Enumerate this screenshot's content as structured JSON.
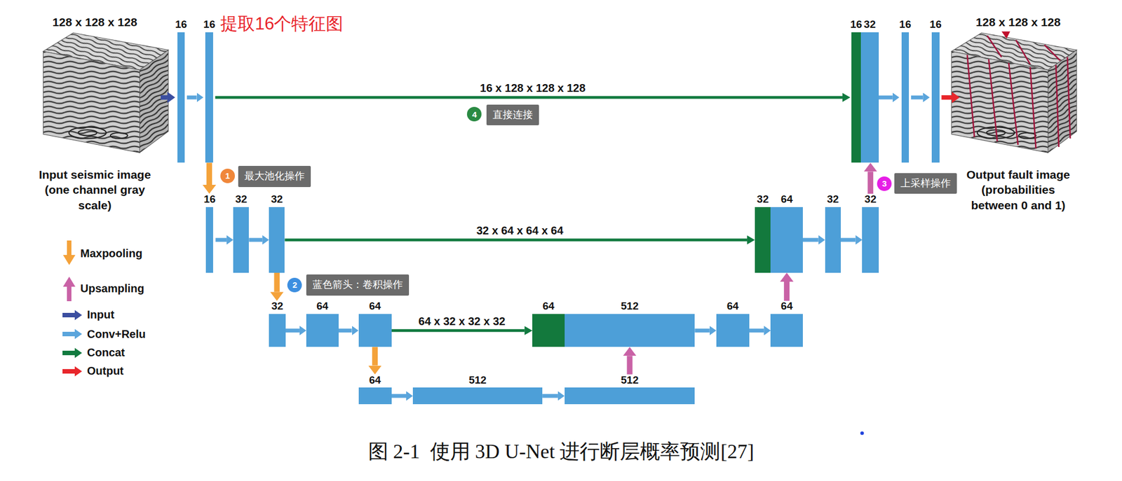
{
  "diagram": {
    "caption": "图 2-1  使用 3D U-Net 进行断层概率预测[27]",
    "nodes": [
      {
        "text": [
          "128 x 128 x 128",
          "Input seismic image (one channel gray scale)"
        ]
      },
      {
        "text": [
          "16"
        ]
      },
      {
        "text": [
          "16"
        ]
      },
      {
        "text": [
          "16"
        ]
      },
      {
        "text": [
          "32"
        ]
      },
      {
        "text": [
          "32"
        ]
      },
      {
        "text": [
          "32"
        ]
      },
      {
        "text": [
          "64"
        ]
      },
      {
        "text": [
          "64"
        ]
      },
      {
        "text": [
          "64"
        ]
      },
      {
        "text": [
          "512"
        ]
      },
      {
        "text": [
          "512"
        ]
      },
      {
        "text": [
          "64"
        ]
      },
      {
        "text": [
          "512"
        ]
      },
      {
        "text": [
          "64"
        ]
      },
      {
        "text": [
          "64"
        ]
      },
      {
        "text": [
          "32"
        ]
      },
      {
        "text": [
          "64"
        ]
      },
      {
        "text": [
          "32"
        ]
      },
      {
        "text": [
          "32"
        ]
      },
      {
        "text": [
          "16"
        ]
      },
      {
        "text": [
          "32"
        ]
      },
      {
        "text": [
          "16"
        ]
      },
      {
        "text": [
          "16"
        ]
      },
      {
        "text": [
          "128 x 128 x 128",
          "Output fault image (probabilities between 0 and 1)"
        ]
      },
      {
        "text": [
          "1"
        ]
      },
      {
        "text": [
          "最大池化操作"
        ]
      },
      {
        "text": [
          "2"
        ]
      },
      {
        "text": [
          "蓝色箭头：卷积操作"
        ]
      },
      {
        "text": [
          "3"
        ]
      },
      {
        "text": [
          "上采样操作"
        ]
      },
      {
        "text": [
          "4"
        ]
      },
      {
        "text": [
          "直接连接"
        ]
      }
    ],
    "edges": [
      {
        "from": 0,
        "to": 1,
        "arrow": "to"
      },
      {
        "from": 1,
        "to": 2,
        "arrow": "to"
      },
      {
        "from": 2,
        "to": 20,
        "label": "16 x 128 x 128 x 128",
        "arrow": "to"
      },
      {
        "from": 2,
        "to": 3,
        "arrow": "to"
      },
      {
        "from": 3,
        "to": 4,
        "arrow": "to"
      },
      {
        "from": 4,
        "to": 5,
        "arrow": "to"
      },
      {
        "from": 5,
        "to": 16,
        "label": "32 x 64 x 64 x 64",
        "arrow": "to"
      },
      {
        "from": 5,
        "to": 6,
        "arrow": "to"
      },
      {
        "from": 6,
        "to": 7,
        "arrow": "to"
      },
      {
        "from": 7,
        "to": 8,
        "arrow": "to"
      },
      {
        "from": 8,
        "to": 12,
        "label": "64 x 32 x 32 x 32",
        "arrow": "to"
      },
      {
        "from": 8,
        "to": 9,
        "arrow": "to"
      },
      {
        "from": 9,
        "to": 10,
        "arrow": "to"
      },
      {
        "from": 10,
        "to": 11,
        "arrow": "to"
      },
      {
        "from": 11,
        "to": 13,
        "arrow": "to"
      },
      {
        "from": 13,
        "to": 14,
        "arrow": "to"
      },
      {
        "from": 14,
        "to": 15,
        "arrow": "to"
      },
      {
        "from": 15,
        "to": 17,
        "arrow": "to"
      },
      {
        "from": 17,
        "to": 18,
        "arrow": "to"
      },
      {
        "from": 18,
        "to": 19,
        "arrow": "to"
      },
      {
        "from": 19,
        "to": 21,
        "arrow": "to"
      },
      {
        "from": 21,
        "to": 22,
        "arrow": "to"
      },
      {
        "from": 22,
        "to": 23,
        "arrow": "to"
      },
      {
        "from": 23,
        "to": 24,
        "arrow": "to"
      }
    ],
    "labels": [
      "提取16个特征图"
    ],
    "legend": [
      {
        "text": "Maxpooling",
        "color": "#f4a23a"
      },
      {
        "text": "Upsampling",
        "color": "#c962a6"
      },
      {
        "text": "Input",
        "color": "#3b4ea0"
      },
      {
        "text": "Conv+Relu",
        "color": "#5aa5dc"
      },
      {
        "text": "Concat",
        "color": "#117a3f"
      },
      {
        "text": "Output",
        "color": "#e8262b"
      }
    ]
  }
}
